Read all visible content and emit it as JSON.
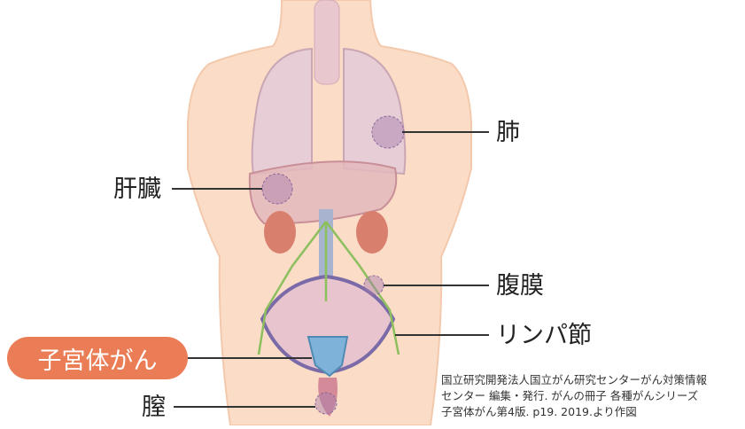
{
  "labels": {
    "lung": "肺",
    "liver": "肝臓",
    "peritoneum": "腹膜",
    "lymph_node": "リンパ節",
    "highlight": "子宮体がん",
    "vagina": "膣"
  },
  "credit_lines": [
    "国立研究開発法人国立がん研究センターがん対策情報",
    "センター 編集・発行. がんの冊子 各種がんシリーズ",
    "子宮体がん第4版. p19. 2019.より作図"
  ],
  "colors": {
    "highlight_bg": "#ea7d55",
    "skin": "#fbdcc6",
    "lung": "#e6cdd6",
    "liver": "#e3b9bc",
    "kidney": "#d97f6e",
    "metastasis_circle": "#a37dac",
    "lymph": "#8cbf5e",
    "leader_line": "#333333"
  }
}
